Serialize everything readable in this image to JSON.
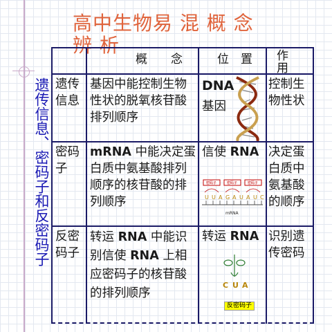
{
  "title": "高中生物易 混 概 念 辨 析",
  "side_title": "遗传信息、密码子和反密码子",
  "header": {
    "concept": "概　　念",
    "position": "位　置",
    "function": "作　用"
  },
  "rows": [
    {
      "name": "遗传信息",
      "concept": "基因中能控制生物性状的脱氧核苷酸排列顺序",
      "position_bold": "DNA",
      "position_rest": "基因",
      "function": "控制生物性状"
    },
    {
      "name": "密码子",
      "concept_bold": "mRNA",
      "concept_rest": " 中能决定蛋白质中氨基酸排列顺序的核苷酸的排列顺序",
      "position_text": "信使 ",
      "position_bold": "RNA",
      "function": "决定蛋白质中氨基酸的顺序"
    },
    {
      "name": "反密码子",
      "concept_a": "转运 ",
      "concept_bold_a": "RNA",
      "concept_b": " 中能识别信使 ",
      "concept_bold_b": "RNA",
      "concept_c": " 上相应密码子的核苷酸的排列顺序",
      "position_text": "转运 ",
      "position_bold": "RNA",
      "function": "识别遗传密码"
    }
  ],
  "mrna_figure": {
    "codon_labels": [
      "密码子",
      "密码子",
      "密码子"
    ],
    "bases": [
      "U",
      "U",
      "A",
      "G",
      "A",
      "U",
      "A",
      "U",
      "C"
    ],
    "caption": "mRNA"
  },
  "trna_figure": {
    "bases": [
      "C",
      "U",
      "A"
    ],
    "caption": "反密码子"
  },
  "colors": {
    "title": "#e0643c",
    "side_title": "#1a1ab4",
    "grid_lines": "#1a1a66"
  }
}
